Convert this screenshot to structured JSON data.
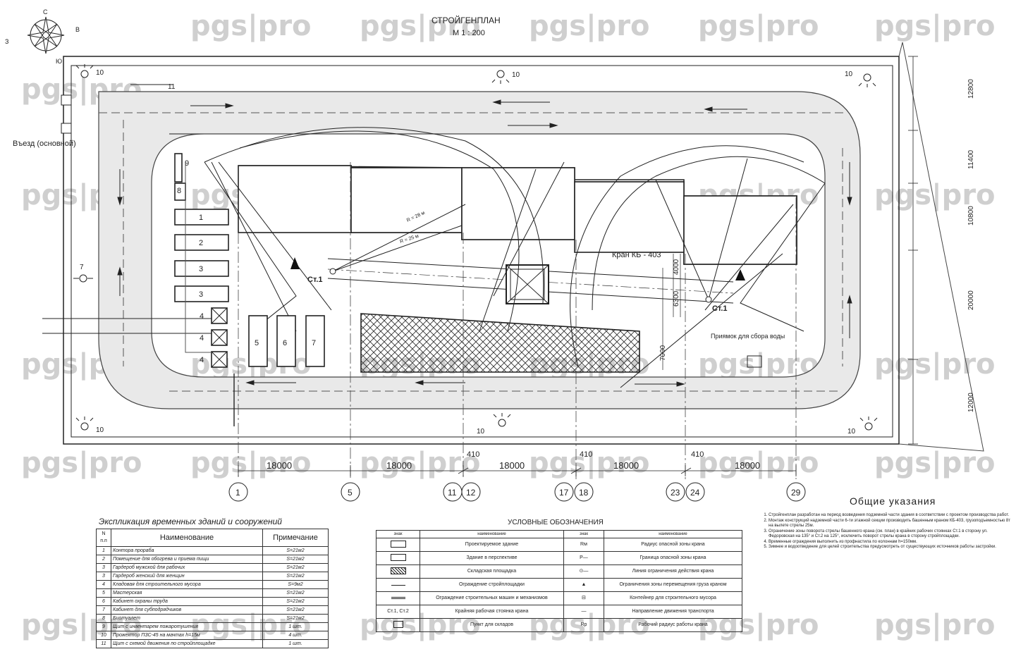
{
  "title": "СТРОЙГЕНПЛАН",
  "scale": "М 1 : 200",
  "watermark": "pgs|pro",
  "compass": {
    "north": "С",
    "east": "В",
    "west": "З",
    "south": "Ю"
  },
  "entrance_label": "Въезд (основной)",
  "lights_label": "10",
  "fence_mark": "11",
  "lamp_mark": "7",
  "crane": {
    "label": "Кран КБ - 403",
    "station": "Ст.1",
    "radius_1": "R = 28 м",
    "radius_2": "R = 25 м"
  },
  "pit_label": "Приямок для сбора воды",
  "temp_buildings": [
    "9",
    "8",
    "1",
    "2",
    "3",
    "3",
    "4",
    "4",
    "4",
    "5",
    "6",
    "7"
  ],
  "dims_bottom": [
    "18000",
    "18000",
    "18000",
    "18000",
    "18000"
  ],
  "dims_small": [
    "410",
    "410",
    "410"
  ],
  "dims_right": [
    "12800",
    "11400",
    "10800",
    "20000",
    "12000"
  ],
  "dims_inner": [
    "4000",
    "6300",
    "7000"
  ],
  "axes": [
    "1",
    "5",
    "11",
    "12",
    "17",
    "18",
    "23",
    "24",
    "29"
  ],
  "explication": {
    "title": "Экспликация временных зданий и сооружений",
    "headers": [
      "N п.п",
      "Наименование",
      "Примечание"
    ],
    "rows": [
      [
        "1",
        "Контора прораба",
        "S=21м2"
      ],
      [
        "2",
        "Помещение для обогрева и приема пищи",
        "S=21м2"
      ],
      [
        "3",
        "Гардероб мужской для рабочих",
        "S=21м2"
      ],
      [
        "3",
        "Гардероб женский для женщин",
        "S=21м2"
      ],
      [
        "4",
        "Кладовая для строительного мусора",
        "S=9м2"
      ],
      [
        "5",
        "Мастерская",
        "S=21м2"
      ],
      [
        "6",
        "Кабинет охраны труда",
        "S=21м2"
      ],
      [
        "7",
        "Кабинет для субподрядчиков",
        "S=21м2"
      ],
      [
        "8",
        "Биотуалет",
        "S=21м2"
      ],
      [
        "9",
        "Щит с инвентарем пожаротушения",
        "1 шт."
      ],
      [
        "10",
        "Прожектор ПЗС-45 на мачтах h=15м",
        "4 шт."
      ],
      [
        "11",
        "Щит с схемой движения по стройплощадке",
        "1 шт."
      ]
    ]
  },
  "legend": {
    "title": "УСЛОВНЫЕ ОБОЗНАЧЕНИЯ",
    "headers": [
      "знак",
      "наименование",
      "знак",
      "наименование"
    ],
    "rows": [
      [
        "Проектируемое здание",
        "Rм",
        "Радиус опасной зоны крана"
      ],
      [
        "Здание в перспективе",
        "P—",
        "Граница опасной зоны крана"
      ],
      [
        "Складская площадка",
        "⊙—",
        "Линия ограничения действия крана"
      ],
      [
        "Ограждение стройплощадки",
        "▲",
        "Ограничения зоны перемещения груза краном"
      ],
      [
        "Ограждение строительных машин и механизмов",
        "⊟",
        "Контейнер для строительного мусора"
      ],
      [
        "Крайняя рабочая стоянка крана",
        "—",
        "Направление движения транспорта"
      ],
      [
        "Пункт для складов",
        "Rp",
        "Рабочий радиус работы крана"
      ]
    ],
    "left_marks": [
      "",
      "",
      "",
      "",
      "",
      "Ст.1, Ст.2",
      ""
    ]
  },
  "notes": {
    "title": "Общие указания",
    "items": [
      "Стройгенплан разработан на период возведения подземной части здания в соответствии с проектом производства работ.",
      "Монтаж конструкций надземной части 6-ти этажной секции производить башенным краном КБ-403, грузоподъемностью 8т на вылете стрелы 25м.",
      "Ограничение зоны поворота стрелы башенного крана (см. план) в крайних рабочих стоянках Ст.1 в сторону ул. Федоровская на 135° и Ст.2 на 125°, исключить поворот стрелы крана в сторону стройплощадки.",
      "Временные ограждения выполнить из профнастила по колоннам h=150мм.",
      "Зимнее и водоотведение для целей строительства предусмотреть от существующих источников работы застройки."
    ]
  }
}
